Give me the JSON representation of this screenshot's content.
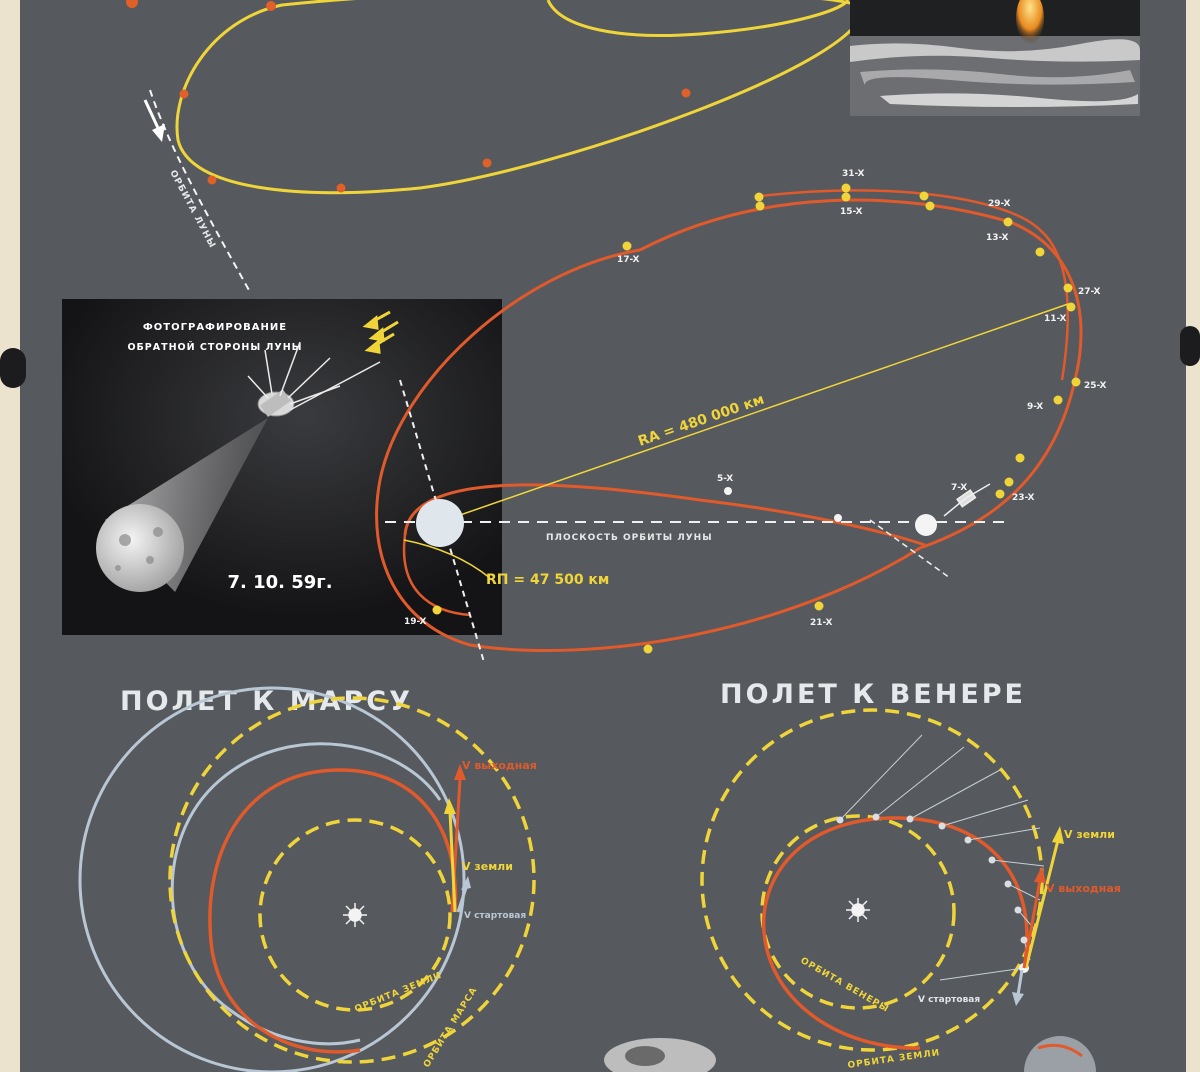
{
  "colors": {
    "paper": "#ece3cf",
    "poster_bg": "#5a5c61",
    "orbit_yellow": "#f0d53a",
    "orbit_red": "#d9472a",
    "orbit_blue": "#b9c7d4",
    "dot_orange": "#e0602a"
  },
  "moon_orbit_label": "ОРБИТА ЛУНЫ",
  "photo_panel": {
    "caption_line1": "ФОТОГРАФИРОВАНИЕ",
    "caption_line2": "ОБРАТНОЙ СТОРОНЫ ЛУНЫ",
    "date": "7. 10. 59г."
  },
  "luna3": {
    "apogee_label": "RA = 480 000 км",
    "perigee_label": "RП = 47 500 км",
    "plane_label": "ПЛОСКОСТЬ ОРБИТЫ ЛУНЫ",
    "date_labels": [
      "31-X",
      "15-X",
      "29-X",
      "13-X",
      "17-X",
      "27-X",
      "11-X",
      "25-X",
      "9-X",
      "5-X",
      "7-X",
      "23-X",
      "19-X",
      "21-X"
    ]
  },
  "mars": {
    "title": "ПОЛЕТ К МАРСУ",
    "v_exit": "V выходная",
    "v_earth": "V земли",
    "v_start": "V стартовая",
    "earth_orbit": "ОРБИТА ЗЕМЛИ",
    "mars_orbit": "ОРБИТА МАРСА"
  },
  "venus": {
    "title": "ПОЛЕТ К ВЕНЕРЕ",
    "v_earth": "V земли",
    "v_exit": "V выходная",
    "v_start": "V стартовая",
    "venus_orbit": "ОРБИТА ВЕНЕРЫ",
    "earth_orbit": "ОРБИТА ЗЕМЛИ"
  }
}
